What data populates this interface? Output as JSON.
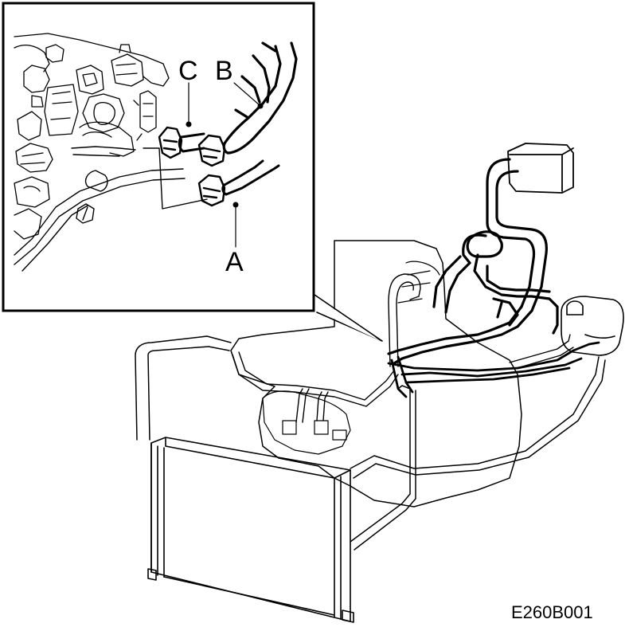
{
  "figure": {
    "id": "E260B001",
    "callouts": {
      "a": "A",
      "b": "B",
      "c": "C"
    }
  },
  "colors": {
    "line": "#000000",
    "background": "#ffffff"
  }
}
